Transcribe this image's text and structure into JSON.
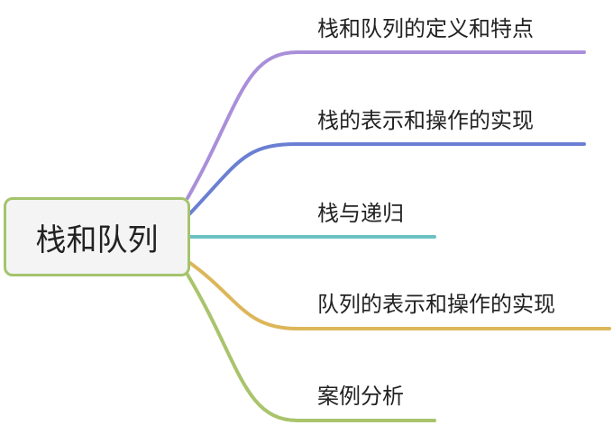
{
  "root": {
    "label": "栈和队列"
  },
  "branches": [
    {
      "label": "栈和队列的定义和特点",
      "color": "#a98fd9"
    },
    {
      "label": "栈的表示和操作的实现",
      "color": "#6a7fd3"
    },
    {
      "label": "栈与递归",
      "color": "#6cc1c4"
    },
    {
      "label": "队列的表示和操作的实现",
      "color": "#ddb65a"
    },
    {
      "label": "案例分析",
      "color": "#a9c46c"
    }
  ]
}
